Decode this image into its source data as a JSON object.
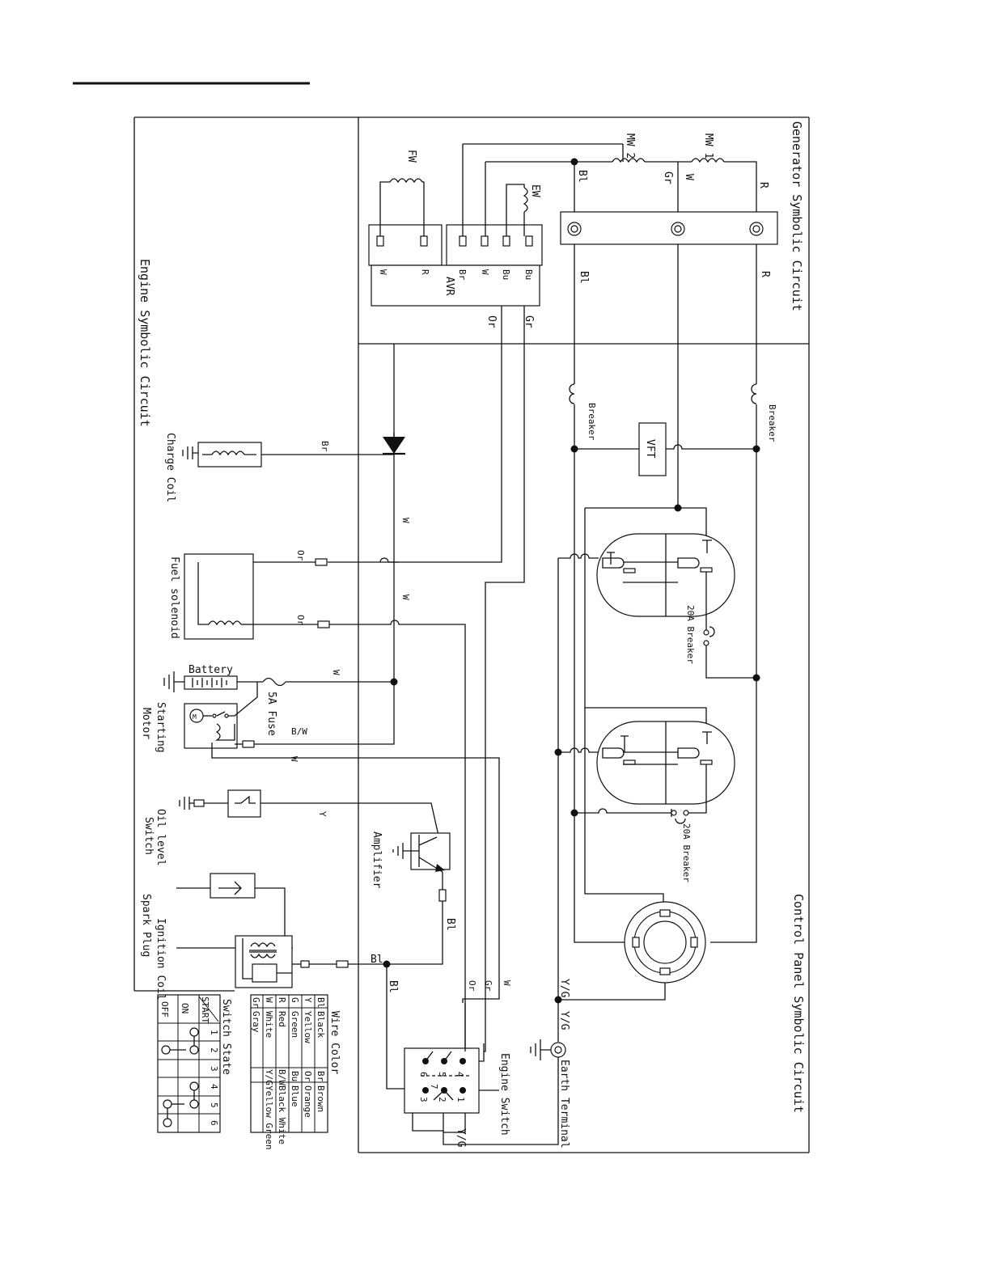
{
  "sections": {
    "generator": "Generator Symbolic Circuit",
    "engine": "Engine Symbolic Circuit",
    "control": "Control Panel Symbolic Circuit"
  },
  "windings": {
    "fw": "FW",
    "ew": "EW",
    "mw2": "MW 2",
    "mw1": "MW 1"
  },
  "avr": {
    "label": "AVR",
    "pins": [
      "W",
      "R",
      "Br",
      "W",
      "Bu",
      "Bu"
    ]
  },
  "wires": {
    "bl": "Bl",
    "gr": "Gr",
    "w": "W",
    "r": "R",
    "or": "Or",
    "br": "Br",
    "y": "Y",
    "bw": "B/W",
    "yg": "Y/G"
  },
  "components": {
    "breaker": "Breaker",
    "vft": "VFT",
    "breaker20": "20A Breaker",
    "charge_coil": "Charge Coil",
    "fuel_solenoid": "Fuel solenoid",
    "battery": "Battery",
    "fuse": "5A Fuse",
    "starting_motor_1": "Starting",
    "starting_motor_2": "Motor",
    "oil_level_1": "Oil level",
    "oil_level_2": "Switch",
    "amplifier": "Amplifier",
    "spark_plug": "Spark Plug",
    "ignition_coil": "Ignition Coil",
    "engine_switch": "Engine Switch",
    "earth_terminal": "Earth Terminal",
    "motor_m": "M"
  },
  "switch_pins": [
    "4",
    "5",
    "6",
    "1",
    "2",
    "3",
    "7"
  ],
  "wire_color": {
    "title": "Wire Color",
    "entries": [
      [
        "Bl",
        "Black",
        "Br",
        "Brown"
      ],
      [
        "Y",
        "Yellow",
        "Or",
        "Orange"
      ],
      [
        "G",
        "Green",
        "Bu",
        "Blue"
      ],
      [
        "R",
        "Red",
        "B/W",
        "Black White"
      ],
      [
        "W",
        "White",
        "Y/G",
        "Yellow Green"
      ],
      [
        "Gr",
        "Gray",
        "",
        ""
      ]
    ]
  },
  "switch_state": {
    "title": "Switch State",
    "columns": [
      "1",
      "2",
      "3",
      "4",
      "5",
      "6"
    ],
    "rows": [
      "START",
      "ON",
      "OFF"
    ]
  }
}
